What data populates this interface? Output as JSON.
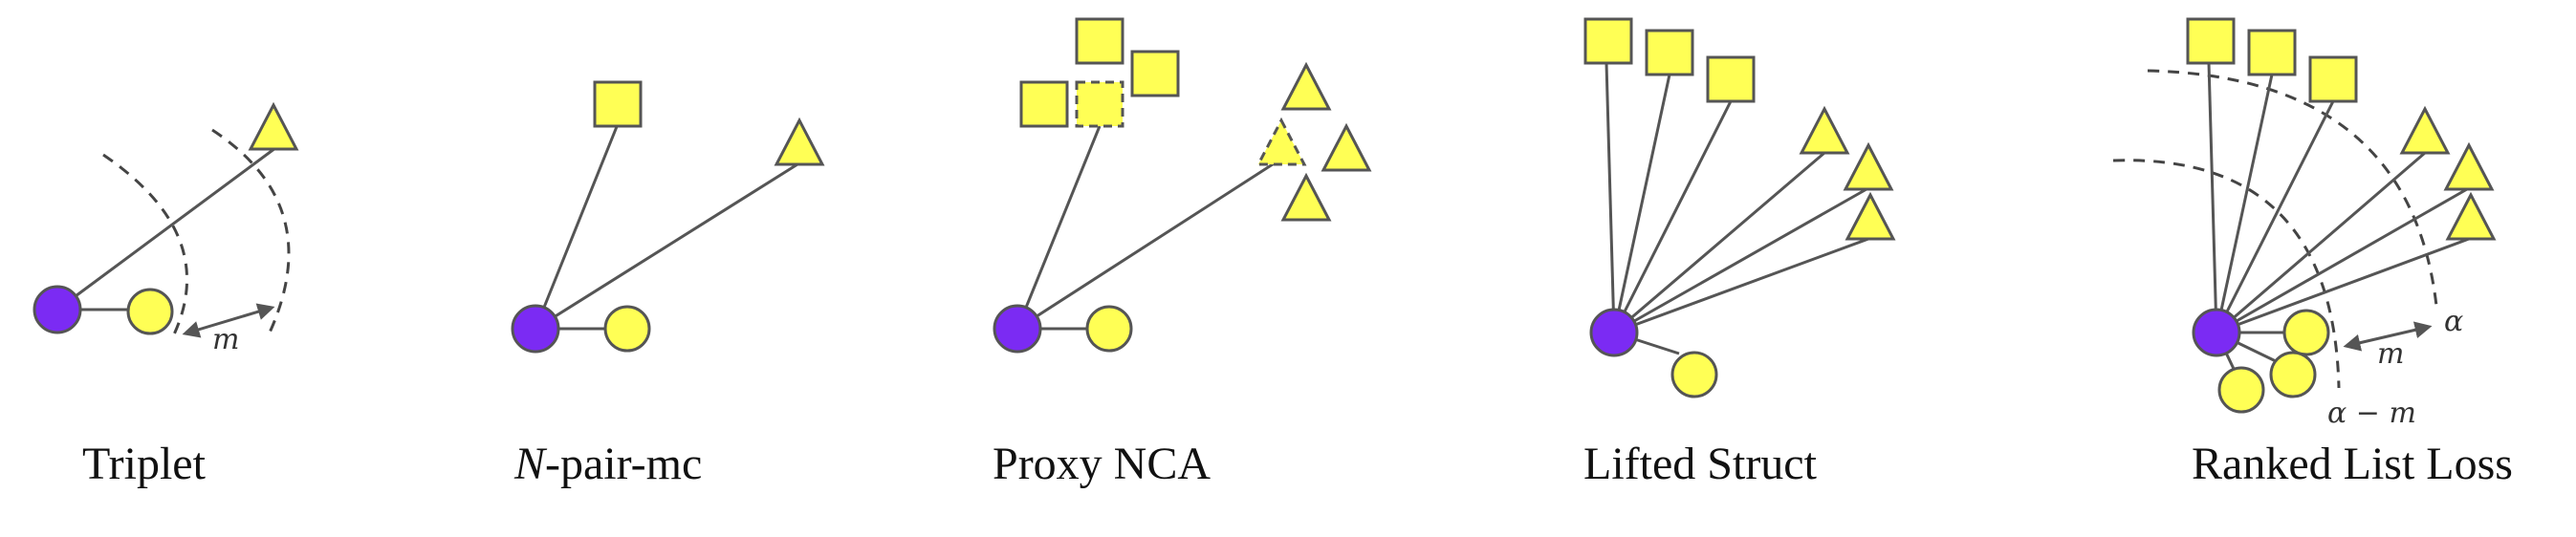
{
  "colors": {
    "anchor": "#7b2bf3",
    "sample": "#ffff55",
    "stroke": "#555555",
    "line": "#555555",
    "dashed": "#444444"
  },
  "panels": [
    {
      "caption_italic": "",
      "caption": "Triplet",
      "margin_label": "m"
    },
    {
      "caption_italic": "N",
      "caption": "-pair-mc"
    },
    {
      "caption_italic": "",
      "caption": "Proxy NCA"
    },
    {
      "caption_italic": "",
      "caption": "Lifted Struct"
    },
    {
      "caption_italic": "",
      "caption": "Ranked List Loss",
      "margin_label": "m",
      "alpha_label": "α",
      "alpha_minus_m_label": "α − m"
    }
  ]
}
